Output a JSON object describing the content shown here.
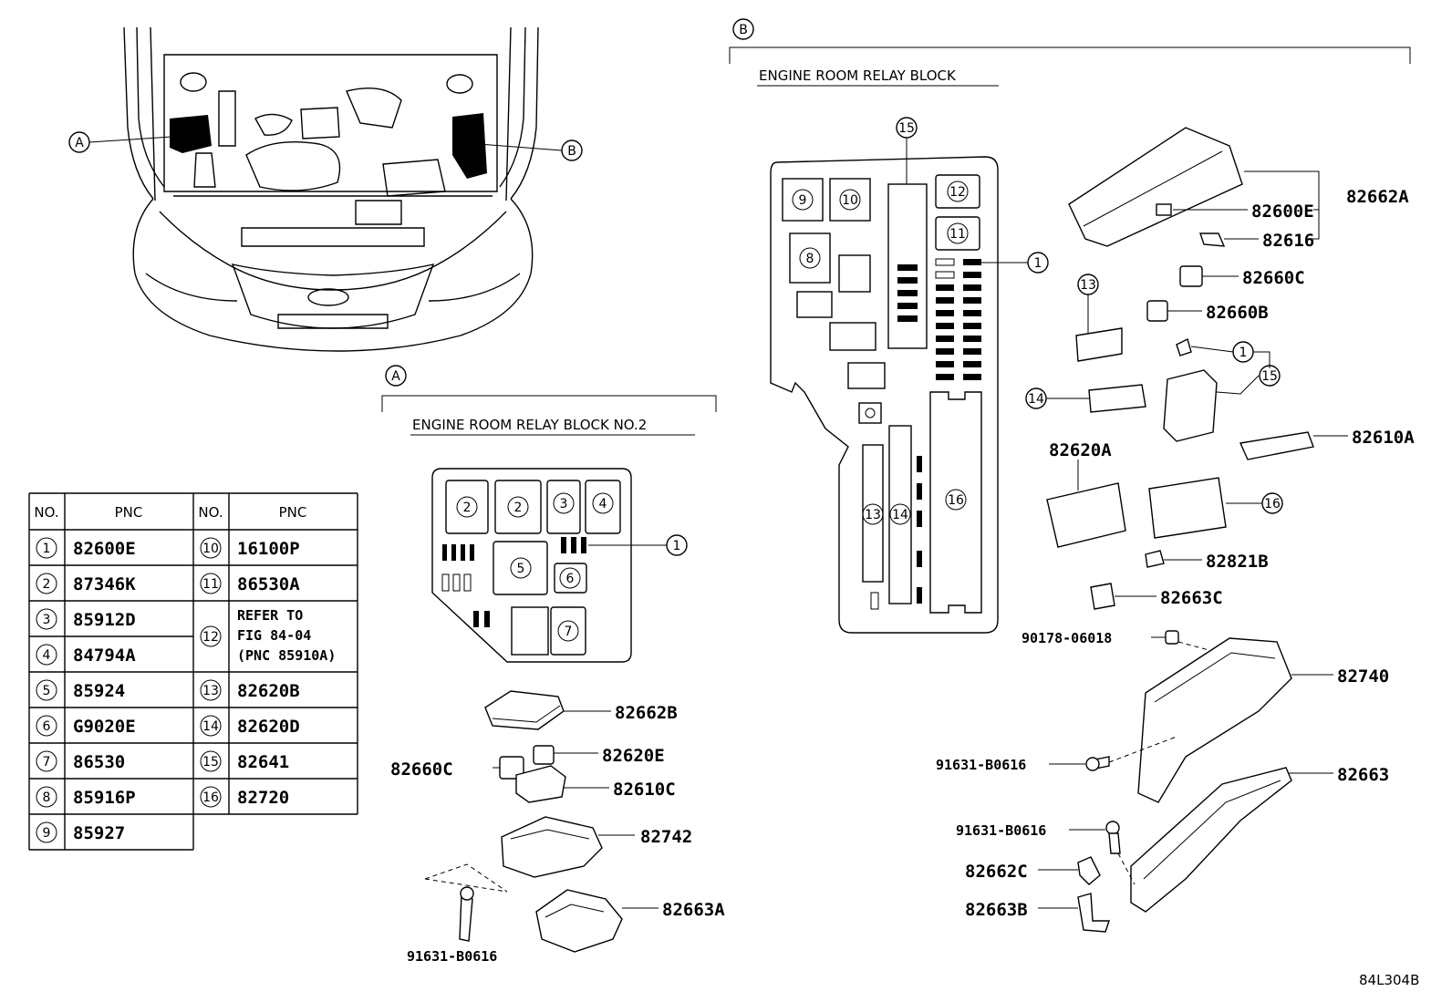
{
  "sections": {
    "a_marker": "A",
    "b_marker": "B",
    "a_title": "ENGINE ROOM RELAY BLOCK NO.2",
    "b_title": "ENGINE ROOM RELAY BLOCK"
  },
  "table": {
    "header_no": "NO.",
    "header_pnc": "PNC",
    "left_rows": [
      {
        "no": "1",
        "pnc": "82600E"
      },
      {
        "no": "2",
        "pnc": "87346K"
      },
      {
        "no": "3",
        "pnc": "85912D"
      },
      {
        "no": "4",
        "pnc": "84794A"
      },
      {
        "no": "5",
        "pnc": "85924"
      },
      {
        "no": "6",
        "pnc": "G9020E"
      },
      {
        "no": "7",
        "pnc": "86530"
      },
      {
        "no": "8",
        "pnc": "85916P"
      },
      {
        "no": "9",
        "pnc": "85927"
      }
    ],
    "right_rows": [
      {
        "no": "10",
        "pnc": "16100P"
      },
      {
        "no": "11",
        "pnc": "86530A"
      },
      {
        "no": "12",
        "pnc_line1": "REFER TO",
        "pnc_line2": "FIG 84-04",
        "pnc_line3": "(PNC 85910A)"
      },
      {
        "no": "13",
        "pnc": "82620B"
      },
      {
        "no": "14",
        "pnc": "82620D"
      },
      {
        "no": "15",
        "pnc": "82641"
      },
      {
        "no": "16",
        "pnc": "82720"
      }
    ]
  },
  "block_a": {
    "cell_labels": [
      "2",
      "2",
      "3",
      "4",
      "5",
      "6",
      "7"
    ],
    "callout": "1"
  },
  "block_b": {
    "cell_labels": [
      "9",
      "10",
      "8",
      "12",
      "11",
      "15",
      "13",
      "14",
      "16"
    ],
    "callout": "1"
  },
  "parts_a": [
    "82662B",
    "82620E",
    "82660C",
    "82610C",
    "82742",
    "82663A",
    "91631-B0616"
  ],
  "parts_b": [
    "82662A",
    "82600E",
    "82616",
    "82660C",
    "82660B",
    "82610A",
    "82620A",
    "82821B",
    "82663C",
    "90178-06018",
    "82740",
    "91631-B0616",
    "82663",
    "91631-B0616",
    "82662C",
    "82663B"
  ],
  "callouts_b": [
    "1",
    "13",
    "1",
    "15",
    "14",
    "16"
  ],
  "figure_id": "84L304B"
}
